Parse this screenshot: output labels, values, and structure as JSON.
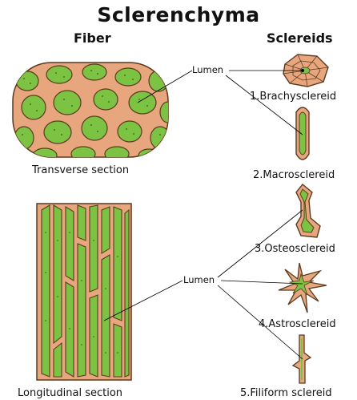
{
  "title": "Sclerenchyma",
  "fiber_heading": "Fiber",
  "sclereid_heading": "Sclereids",
  "lumen_top": "Lumen",
  "lumen_bottom": "Lumen",
  "transverse_label": "Transverse section",
  "longitudinal_label": "Longitudinal section",
  "sclereids": [
    {
      "label": "1.Brachysclereid"
    },
    {
      "label": "2.Macrosclereid"
    },
    {
      "label": "3.Osteosclereid"
    },
    {
      "label": "4.Astrosclereid"
    },
    {
      "label": "5.Filiform sclereid"
    }
  ],
  "colors": {
    "wall": "#e8a67e",
    "lumen": "#7cc243",
    "outline": "#5b3a1e"
  }
}
